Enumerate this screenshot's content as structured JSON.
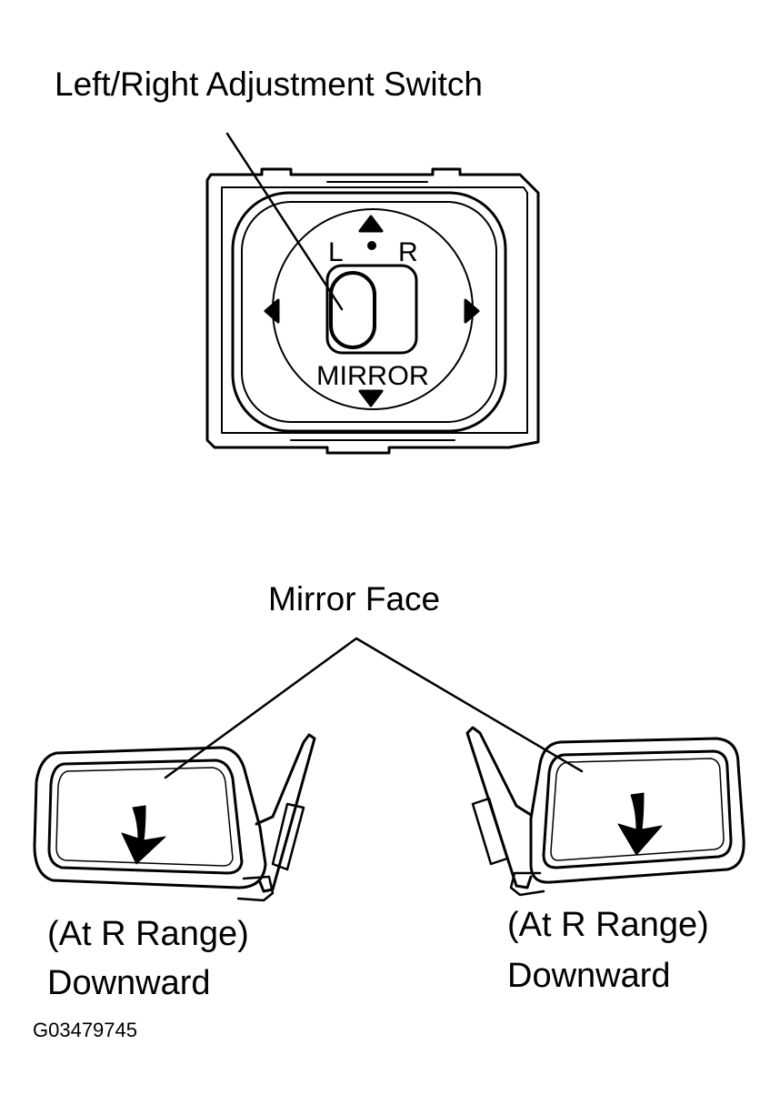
{
  "labels": {
    "title": "Left/Right Adjustment Switch",
    "mirror_face": "Mirror Face",
    "left_range": "(At R Range)",
    "left_direction": "Downward",
    "right_range": "(At R Range)",
    "right_direction": "Downward",
    "figure_code": "G03479745"
  },
  "switch": {
    "left_mark": "L",
    "right_mark": "R",
    "name": "MIRROR"
  },
  "icons": [
    "up-arrow-icon",
    "down-arrow-icon",
    "left-arrow-icon",
    "right-arrow-icon",
    "downward-tilt-arrow-icon"
  ]
}
